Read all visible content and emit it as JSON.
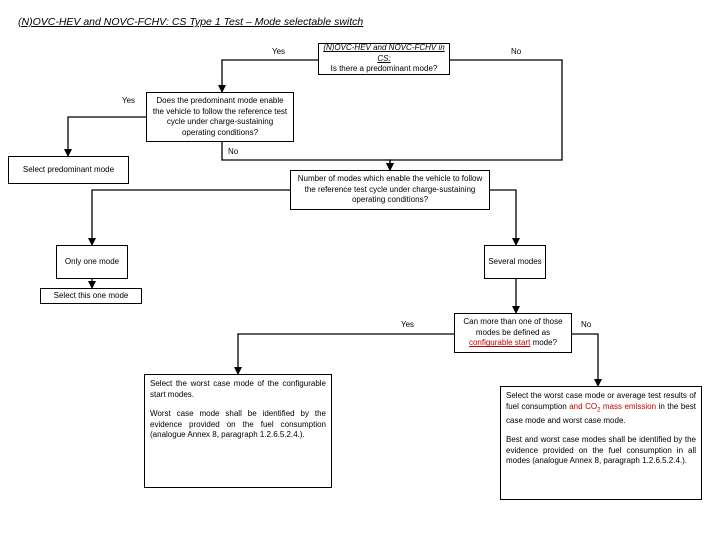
{
  "title": "(N)OVC-HEV and NOVC-FCHV: CS Type 1 Test – Mode selectable switch",
  "nodes": {
    "q_predominant": {
      "line1": "(N)OVC-HEV and NOVC-FCHV in CS:",
      "line2": "Is there a predominant mode?"
    },
    "q_enable": "Does the predominant mode enable the vehicle to follow the reference test cycle under charge-sustaining operating conditions?",
    "select_predominant": "Select predominant mode",
    "q_number": "Number of modes which enable the vehicle to follow the reference test cycle under charge-sustaining operating conditions?",
    "only_one": "Only one mode",
    "several": "Several modes",
    "select_this": "Select this one mode",
    "q_configurable": {
      "before": "Can more than one of those modes be defined as",
      "highlight": "configurable start",
      "after": "mode?"
    },
    "worst_case": {
      "p1": "Select the worst case mode of the configurable start modes.",
      "p2": "Worst case mode shall be identified by the evidence provided on the fuel consumption (analogue Annex 8, paragraph 1.2.6.5.2.4.)."
    },
    "average": {
      "p1_before": "Select the worst case mode or average test results of fuel consumption",
      "p1_red": "and CO",
      "p1_sub": "2",
      "p1_red2": "mass emission",
      "p1_after": "in the best case mode and worst case mode.",
      "p2": "Best and worst case modes shall be identified by the evidence provided on the fuel consumption in all modes (analogue Annex 8, paragraph 1.2.6.5.2.4.)."
    }
  },
  "labels": {
    "yes_1": "Yes",
    "no_1": "No",
    "yes_2": "Yes",
    "no_2": "No",
    "yes_3": "Yes",
    "no_3": "No"
  },
  "colors": {
    "line": "#000000",
    "highlight": "#c00000"
  }
}
